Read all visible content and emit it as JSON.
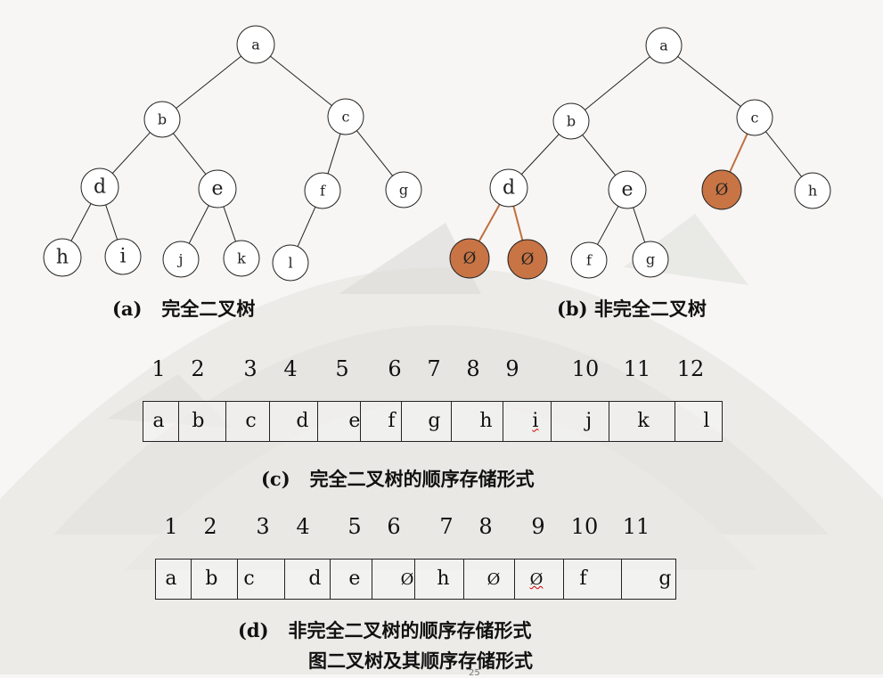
{
  "tree_a": {
    "caption": "(a)   完全二叉树",
    "nodes": [
      "a",
      "b",
      "c",
      "d",
      "e",
      "f",
      "g",
      "h",
      "i",
      "j",
      "k",
      "l"
    ]
  },
  "tree_b": {
    "caption": "(b) 非完全二叉树",
    "nodes": [
      "a",
      "b",
      "c",
      "d",
      "e",
      "Ø",
      "h",
      "Ø",
      "Ø",
      "f",
      "g"
    ]
  },
  "array_c": {
    "caption": "(c)   完全二叉树的顺序存储形式",
    "indices": [
      "1",
      "2",
      "3",
      "4",
      "5",
      "6",
      "7",
      "8",
      "9",
      "10",
      "11",
      "12"
    ],
    "values": [
      "a",
      "b",
      "c",
      "d",
      "e",
      "f",
      "g",
      "h",
      "i",
      "j",
      "k",
      "l"
    ]
  },
  "array_d": {
    "caption": "(d)   非完全二叉树的顺序存储形式",
    "indices": [
      "1",
      "2",
      "3",
      "4",
      "5",
      "6",
      "7",
      "8",
      "9",
      "10",
      "11"
    ],
    "values": [
      "a",
      "b",
      "c",
      "d",
      "e",
      "Ø",
      "h",
      "Ø",
      "Ø",
      "f",
      "g"
    ]
  },
  "figure_title": "图二叉树及其顺序存储形式",
  "page_number": "25",
  "colors": {
    "null_node_fill": "#c87444",
    "null_edge": "#c07040",
    "border": "#222222"
  }
}
